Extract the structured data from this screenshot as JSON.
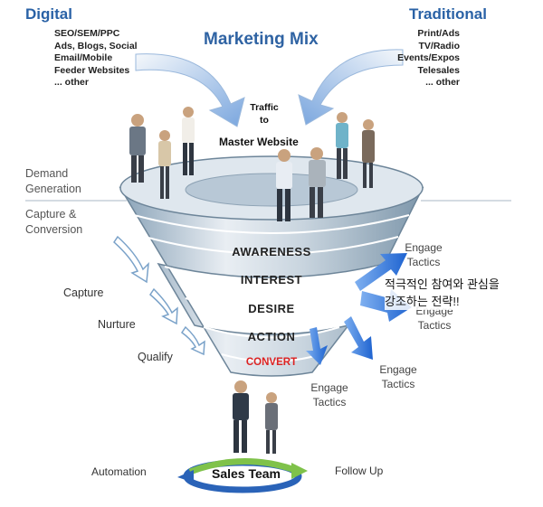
{
  "digital": {
    "title": "Digital",
    "items": [
      "SEO/SEM/PPC",
      "Ads, Blogs, Social",
      "Email/Mobile",
      "Feeder Websites",
      "... other"
    ]
  },
  "traditional": {
    "title": "Traditional",
    "items": [
      "Print/Ads",
      "TV/Radio",
      "Events/Expos",
      "Telesales",
      "... other"
    ]
  },
  "marketing_mix": "Marketing Mix",
  "traffic": {
    "line1": "Traffic",
    "line2": "to",
    "line3": "Master Website"
  },
  "side": {
    "demand": "Demand\nGeneration",
    "capture_conversion": "Capture &\nConversion"
  },
  "stages": {
    "capture": "Capture",
    "nurture": "Nurture",
    "qualify": "Qualify"
  },
  "funnel": {
    "awareness": "AWARENESS",
    "interest": "INTEREST",
    "desire": "DESIRE",
    "action": "ACTION",
    "convert": "CONVERT"
  },
  "engage": {
    "e1": "Engage\nTactics",
    "e2": "Engage\nTactics",
    "e3": "Engage\nTactics",
    "e4": "Engage\nTactics"
  },
  "annotation": "적극적인 참여와 관심을\n강조하는 전략!!",
  "bottom": {
    "sales_team": "Sales Team",
    "automation": "Automation",
    "follow_up": "Follow Up"
  },
  "colors": {
    "funnel_top": "#dde7ef",
    "funnel_band": "#6f8fa8",
    "arrow_blue": "#2f72d6",
    "convert_red": "#d22222",
    "header_blue": "#2a62a6"
  }
}
